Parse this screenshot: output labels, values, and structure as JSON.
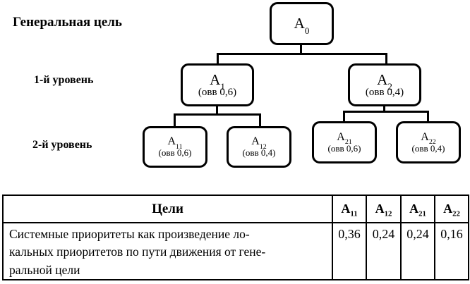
{
  "labels": {
    "general_goal": "Генеральная цель",
    "level1": "1-й уровень",
    "level2": "2-й уровень"
  },
  "tree": {
    "nodes": {
      "a0": {
        "base": "A",
        "sub": "0"
      },
      "a1": {
        "base": "A",
        "sub": "1",
        "weight": "(овв 0,6)"
      },
      "a2": {
        "base": "A",
        "sub": "2",
        "weight": "(овв 0,4)"
      },
      "a11": {
        "base": "A",
        "sub": "11",
        "weight": "(овв 0,6)"
      },
      "a12": {
        "base": "A",
        "sub": "12",
        "weight": "(овв 0,4)"
      },
      "a21": {
        "base": "A",
        "sub": "21",
        "weight": "(овв 0,6)"
      },
      "a22": {
        "base": "A",
        "sub": "22",
        "weight": "(овв 0,4)"
      }
    }
  },
  "table": {
    "header": {
      "goal_col": "Цели",
      "cols": [
        {
          "base": "A",
          "sub": "11"
        },
        {
          "base": "A",
          "sub": "12"
        },
        {
          "base": "A",
          "sub": "21"
        },
        {
          "base": "A",
          "sub": "22"
        }
      ]
    },
    "row": {
      "lines": [
        "Системные приоритеты как произведение ло-",
        "кальных приоритетов по пути движения от гене-",
        "ральной цели"
      ],
      "values": [
        "0,36",
        "0,24",
        "0,24",
        "0,16"
      ]
    }
  }
}
